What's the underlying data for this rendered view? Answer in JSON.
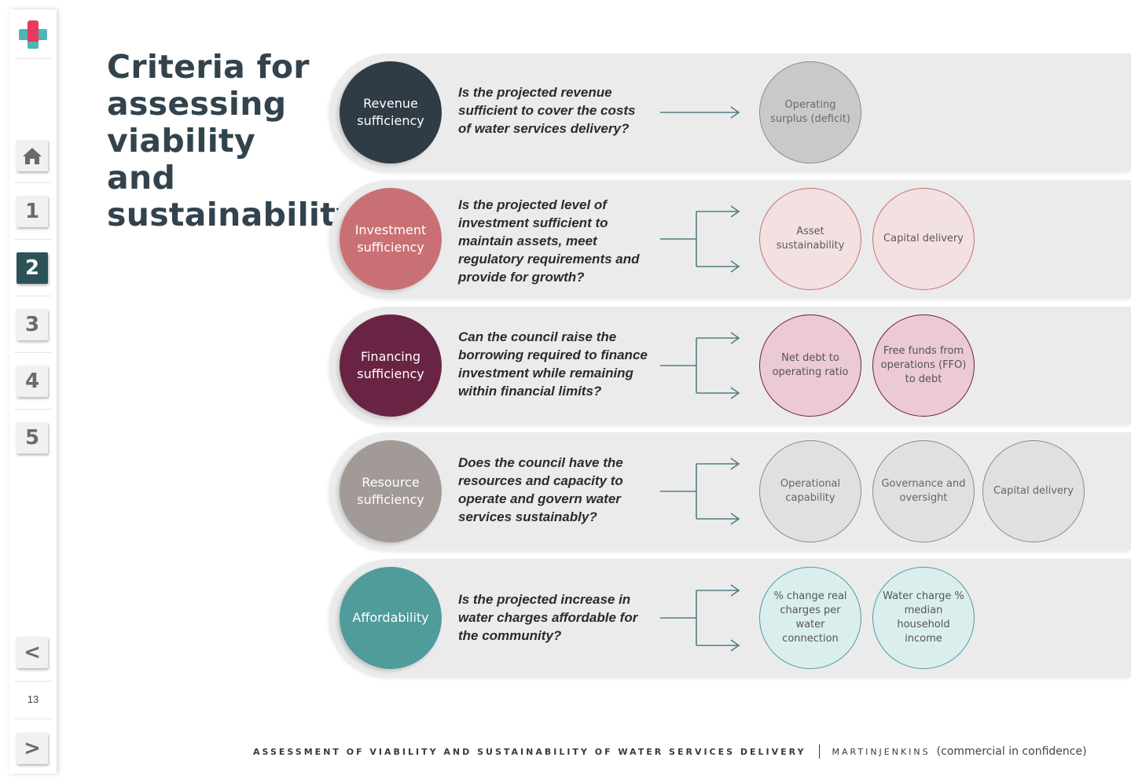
{
  "nav": {
    "home_icon": "home-icon",
    "items": [
      "1",
      "2",
      "3",
      "4",
      "5"
    ],
    "active_index": 1,
    "page_number": "13",
    "prev_label": "<",
    "next_label": ">"
  },
  "title": "Criteria for assessing viability and sustainability",
  "rows": [
    {
      "label_line1": "Revenue",
      "label_line2": "sufficiency",
      "circle_color": "#2f3b45",
      "question": "Is the projected revenue sufficient to cover the costs of water services delivery?",
      "metrics": [
        {
          "text": "Operating surplus (deficit)"
        }
      ]
    },
    {
      "label_line1": "Investment",
      "label_line2": "sufficiency",
      "circle_color": "#c97074",
      "question": "Is the projected level of investment sufficient to maintain assets, meet regulatory requirements and provide for growth?",
      "metrics": [
        {
          "text": "Asset sustainability"
        },
        {
          "text": "Capital delivery"
        }
      ]
    },
    {
      "label_line1": "Financing",
      "label_line2": "sufficiency",
      "circle_color": "#6a2443",
      "question": "Can the council raise the borrowing required to finance investment while remaining within financial limits?",
      "metrics": [
        {
          "text": "Net debt to operating ratio"
        },
        {
          "text": "Free funds from operations (FFO) to debt"
        }
      ]
    },
    {
      "label_line1": "Resource",
      "label_line2": "sufficiency",
      "circle_color": "#a29a96",
      "question": "Does the council have the resources and capacity to operate and govern water services sustainably?",
      "metrics": [
        {
          "text": "Operational capability"
        },
        {
          "text": "Governance and oversight"
        },
        {
          "text": "Capital delivery"
        }
      ]
    },
    {
      "label_line1": "Affordability",
      "label_line2": "",
      "circle_color": "#509c9b",
      "question": "Is the projected increase in water charges affordable for the community?",
      "metrics": [
        {
          "text": "% change real charges per water connection"
        },
        {
          "text": "Water charge % median household income"
        }
      ]
    }
  ],
  "footer": {
    "main": "ASSESSMENT OF VIABILITY AND SUSTAINABILITY OF WATER SERVICES DELIVERY",
    "brand": "MARTINJENKINS",
    "note": "(commercial in confidence)"
  }
}
